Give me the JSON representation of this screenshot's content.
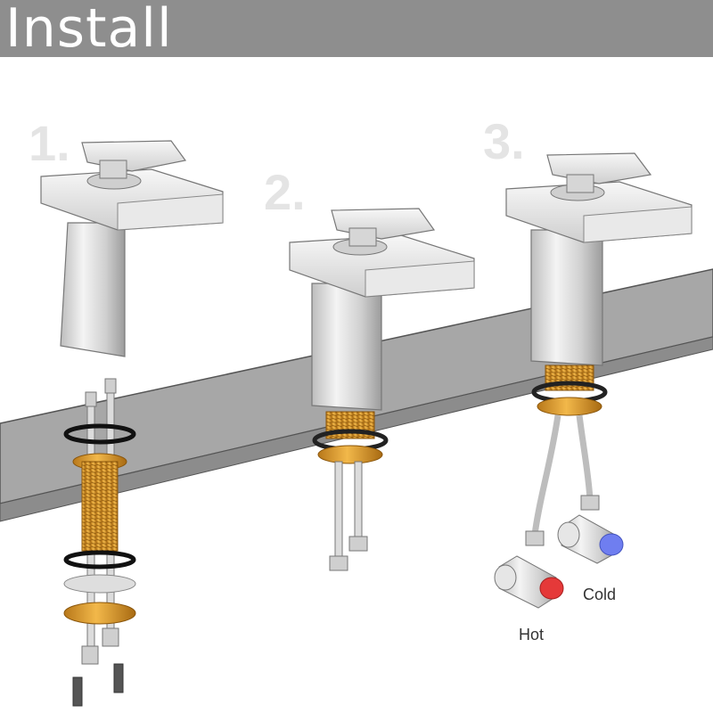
{
  "header": {
    "title": "Install"
  },
  "steps": [
    {
      "label": "1."
    },
    {
      "label": "2."
    },
    {
      "label": "3."
    }
  ],
  "valves": {
    "hot_label": "Hot",
    "cold_label": "Cold",
    "hot_color": "#e53939",
    "cold_color": "#6f7ef0"
  },
  "colors": {
    "header_bg": "#8e8e8e",
    "counter": "#a3a3a3",
    "brass": "#e0a12a",
    "chrome": "#d9d9d9"
  }
}
